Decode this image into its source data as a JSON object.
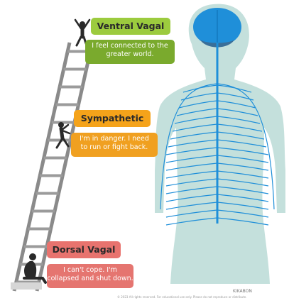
{
  "colors": {
    "body_fill": "#c4e0dc",
    "nerve_blue": "#1f8fd9",
    "brain_blue": "#1f8fd9",
    "cerebellum": "#3a6f99",
    "ladder_gray": "#8a8a8a",
    "ladder_light": "#cfcfcf",
    "ventral_tag": "#9ccb3e",
    "ventral_note": "#7aaa2d",
    "sympathetic_tag": "#f5a31a",
    "sympathetic_note": "#f0a020",
    "dorsal_tag": "#e8736e",
    "dorsal_note": "#e57570"
  },
  "states": {
    "ventral": {
      "title": "Ventral Vagal",
      "line1": "I feel connected to the",
      "line2": "greater world."
    },
    "sympathetic": {
      "title": "Sympathetic",
      "line1": "I'm in danger.  I need",
      "line2": "to run or fight back."
    },
    "dorsal": {
      "title": "Dorsal Vagal",
      "line1": "I can't cope.  I'm",
      "line2": "collapsed and shut down."
    }
  },
  "icons": [
    "person-arms-raised-icon",
    "person-climbing-icon",
    "person-slumped-icon"
  ],
  "brand": "KIKABON",
  "footer": "© 2023 All rights reserved. For educational use only. Please do not reproduce or distribute."
}
